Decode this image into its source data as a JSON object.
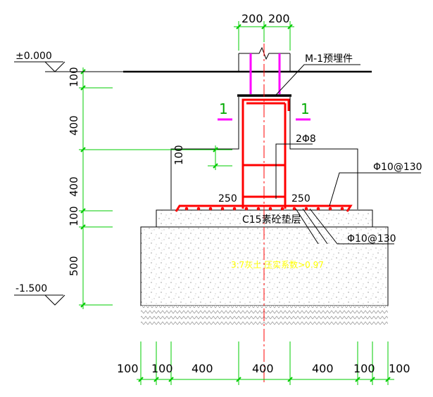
{
  "elevations": {
    "top": "±0.000",
    "bottom": "-1.500"
  },
  "top_dims": [
    "200",
    "200"
  ],
  "left_dims": [
    "100",
    "400",
    "400",
    "100",
    "500"
  ],
  "bottom_dims": [
    "100",
    "100",
    "400",
    "400",
    "400",
    "100",
    "100"
  ],
  "inner_dim": "100",
  "labels": {
    "embedded_part": "M-1预埋件",
    "stirrup": "2Φ8",
    "top_bar": "Φ10@130",
    "bottom_bar": "Φ10@130",
    "cushion": "C15素砼垫层",
    "soil": "3:7灰土 压实系数>0.97",
    "section_left": "1",
    "section_right": "1",
    "hook_left": "250",
    "hook_right": "250"
  },
  "colors": {
    "rebar": "#ff0000",
    "dimension": "#00cc00",
    "embedded": "#ff00ff",
    "soil_text": "#ffff00"
  }
}
